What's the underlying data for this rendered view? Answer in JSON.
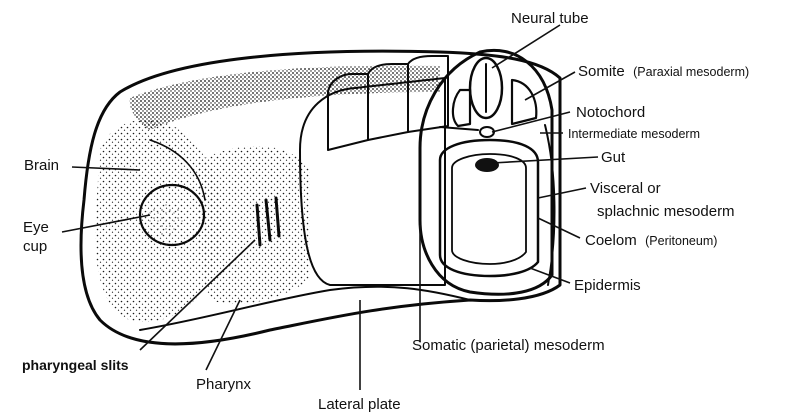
{
  "labels": {
    "neural_tube": "Neural tube",
    "somite": "Somite",
    "somite_note": "(Paraxial mesoderm)",
    "notochord": "Notochord",
    "intermediate_mesoderm": "Intermediate mesoderm",
    "gut": "Gut",
    "visceral_1": "Visceral or",
    "visceral_2": "splachnic mesoderm",
    "coelom": "Coelom",
    "coelom_note": "(Peritoneum)",
    "epidermis": "Epidermis",
    "brain": "Brain",
    "eye_cup_1": "Eye",
    "eye_cup_2": "cup",
    "pharyngeal_slits": "pharyngeal slits",
    "pharynx": "Pharynx",
    "lateral_plate": "Lateral plate",
    "somatic_mesoderm": "Somatic (parietal) mesoderm"
  },
  "colors": {
    "ink": "#0a0a0a",
    "background": "#ffffff",
    "stipple": "#1a1a1a"
  }
}
